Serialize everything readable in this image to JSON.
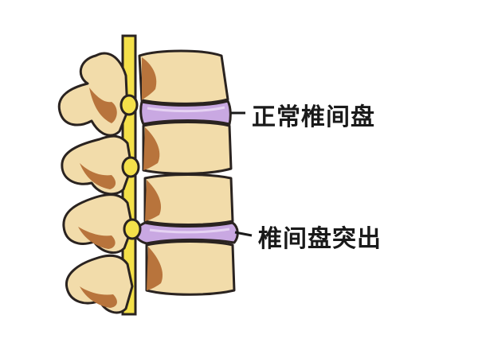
{
  "labels": {
    "normal_disc": "正常椎间盘",
    "herniated_disc": "椎间盘突出"
  },
  "colors": {
    "bone": "#F2DCAA",
    "bone_shadow": "#B8743C",
    "disc": "#C9A8E2",
    "disc_highlight": "#E6D3F3",
    "nerve": "#F4E04A",
    "outline": "#2A2320",
    "text": "#1A1A1A"
  },
  "icons": [
    "spine-vertebra-illustration",
    "intervertebral-disc",
    "spinal-nerve"
  ]
}
